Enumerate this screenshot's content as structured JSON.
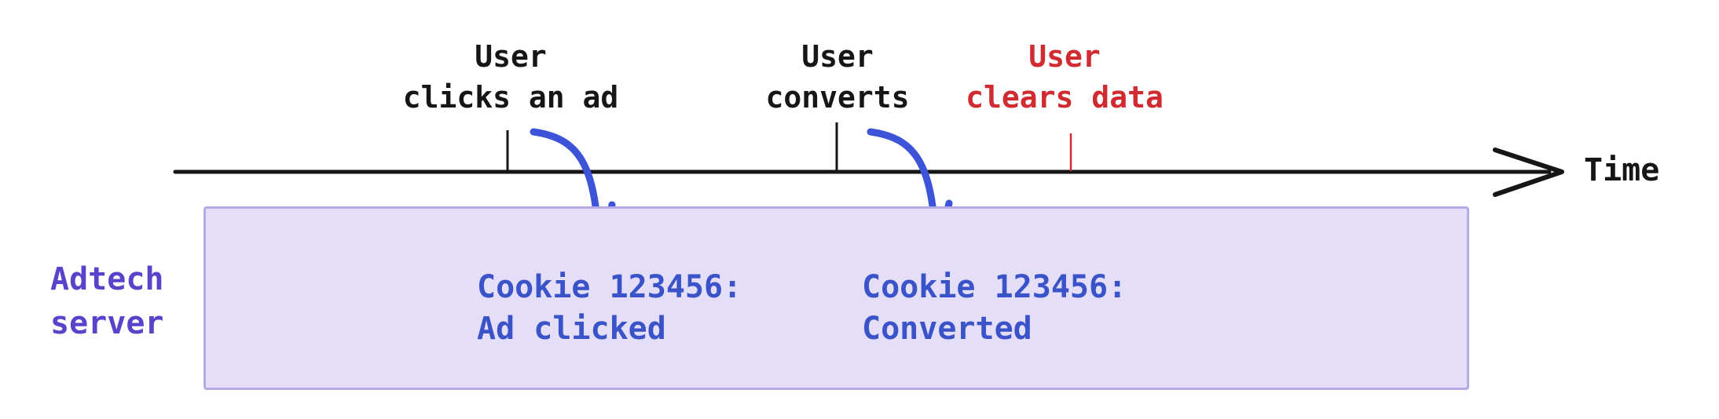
{
  "colors": {
    "axis": "#161616",
    "event_text": "#161616",
    "cleared_text": "#cf2b31",
    "server_label_text": "#5843cb",
    "record_text": "#3a53c9",
    "arrow": "#3d53d8",
    "box_fill": "#e4def8",
    "box_border": "#b5aae6",
    "background": "#ffffff"
  },
  "timeline": {
    "axis_label": "Time",
    "events": [
      {
        "id": "user-clicks-ad",
        "label": "User\nclicks an ad"
      },
      {
        "id": "user-converts",
        "label": "User\nconverts"
      },
      {
        "id": "user-clears-data",
        "label": "User\nclears data"
      }
    ]
  },
  "server": {
    "label": "Adtech\nserver",
    "records": [
      {
        "label": "Cookie 123456:\nAd clicked"
      },
      {
        "label": "Cookie 123456:\nConverted"
      }
    ]
  }
}
